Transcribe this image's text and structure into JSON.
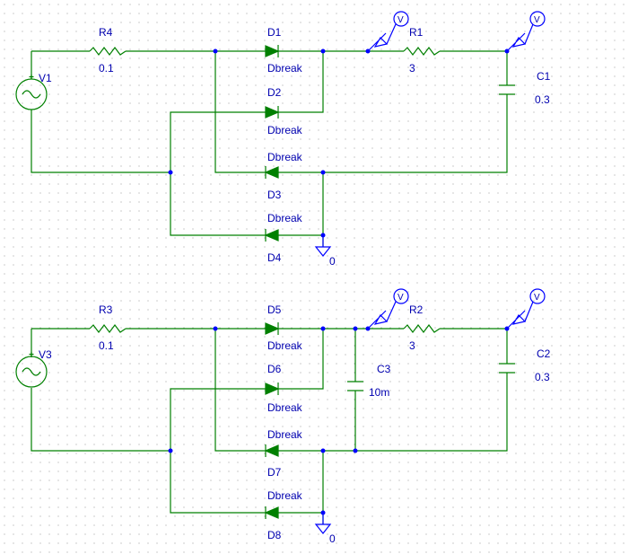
{
  "top": {
    "R4": {
      "name": "R4",
      "value": "0.1"
    },
    "V1": {
      "name": "V1"
    },
    "D1": {
      "name": "D1",
      "model": "Dbreak"
    },
    "D2": {
      "name": "D2",
      "model": "Dbreak"
    },
    "D3": {
      "name": "D3",
      "model": "Dbreak"
    },
    "D4": {
      "name": "D4",
      "model": "Dbreak"
    },
    "R1": {
      "name": "R1",
      "value": "3"
    },
    "C1": {
      "name": "C1",
      "value": "0.3"
    },
    "ground": "0",
    "probe1": "V",
    "probe2": "V"
  },
  "bottom": {
    "R3": {
      "name": "R3",
      "value": "0.1"
    },
    "V3": {
      "name": "V3"
    },
    "D5": {
      "name": "D5",
      "model": "Dbreak"
    },
    "D6": {
      "name": "D6",
      "model": "Dbreak"
    },
    "D7": {
      "name": "D7",
      "model": "Dbreak"
    },
    "D8": {
      "name": "D8",
      "model": "Dbreak"
    },
    "C3": {
      "name": "C3",
      "value": "10m"
    },
    "R2": {
      "name": "R2",
      "value": "3"
    },
    "C2": {
      "name": "C2",
      "value": "0.3"
    },
    "ground": "0",
    "probe1": "V",
    "probe2": "V"
  }
}
